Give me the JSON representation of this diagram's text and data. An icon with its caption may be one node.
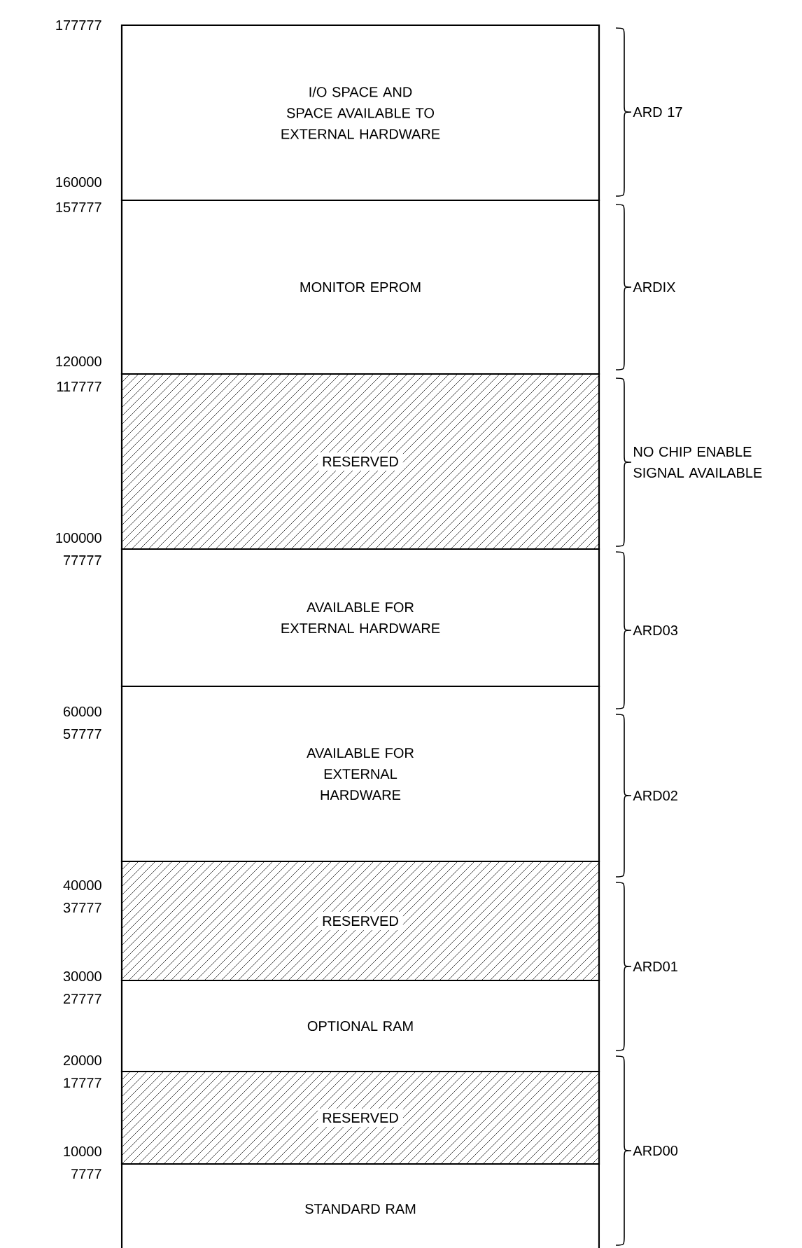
{
  "diagram": {
    "nodes": [
      {
        "text": [
          "I/O SPACE AND SPACE AVAILABLE TO EXTERNAL HARDWARE"
        ]
      },
      {
        "text": [
          "MONITOR EPROM"
        ]
      },
      {
        "text": [
          "RESERVED"
        ]
      },
      {
        "text": [
          "AVAILABLE FOR EXTERNAL HARDWARE"
        ]
      },
      {
        "text": [
          "AVAILABLE FOR EXTERNAL HARDWARE"
        ]
      },
      {
        "text": [
          "RESERVED"
        ]
      },
      {
        "text": [
          "OPTIONAL RAM"
        ]
      },
      {
        "text": [
          "RESERVED"
        ]
      },
      {
        "text": [
          "STANDARD RAM"
        ]
      }
    ],
    "labels": [
      "177777",
      "160000",
      "157777",
      "120000",
      "117777",
      "100000",
      "77777",
      "60000",
      "57777",
      "40000",
      "37777",
      "30000",
      "27777",
      "20000",
      "17777",
      "10000",
      "7777",
      "ARD 17",
      "ARDIX",
      "NO CHIP ENABLE SIGNAL AVAILABLE",
      "ARD03",
      "ARD02",
      "ARD01",
      "ARD00"
    ]
  }
}
